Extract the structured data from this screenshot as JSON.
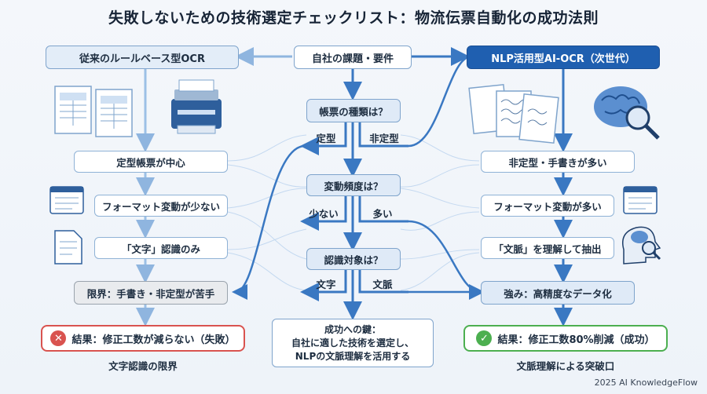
{
  "title": "失敗しないための技術選定チェックリスト：物流伝票自動化の成功法則",
  "center": {
    "header": "自社の課題・要件",
    "q1": "帳票の種類は？",
    "q1_left": "定型",
    "q1_right": "非定型",
    "q2": "変動頻度は？",
    "q2_left": "少ない",
    "q2_right": "多い",
    "q3": "認識対象は？",
    "q3_left": "文字",
    "q3_right": "文脈",
    "key_line1": "成功への鍵：",
    "key_line2": "自社に適した技術を選定し、",
    "key_line3": "NLPの文脈理解を活用する"
  },
  "left": {
    "header": "従来のルールベース型OCR",
    "item1": "定型帳票が中心",
    "item2": "フォーマット変動が少ない",
    "item3": "「文字」認識のみ",
    "limit": "限界：手書き・非定型が苦手",
    "result": "結果：修正工数が減らない（失敗）",
    "result_icon": "x-icon",
    "caption": "文字認識の限界"
  },
  "right": {
    "header": "NLP活用型AI-OCR（次世代）",
    "item1": "非定型・手書きが多い",
    "item2": "フォーマット変動が多い",
    "item3": "「文脈」を理解して抽出",
    "strength": "強み：高精度なデータ化",
    "result": "結果：修正工数80%削減（成功）",
    "result_icon": "check-icon",
    "caption": "文脈理解による突破口"
  },
  "footer": "2025 AI KnowledgeFlow",
  "colors": {
    "arrow": "#3a78c2",
    "arrow_light": "#9cc0e6",
    "header_right_bg": "#1f5fb0",
    "fail": "#d9534f",
    "success": "#4caf50"
  }
}
